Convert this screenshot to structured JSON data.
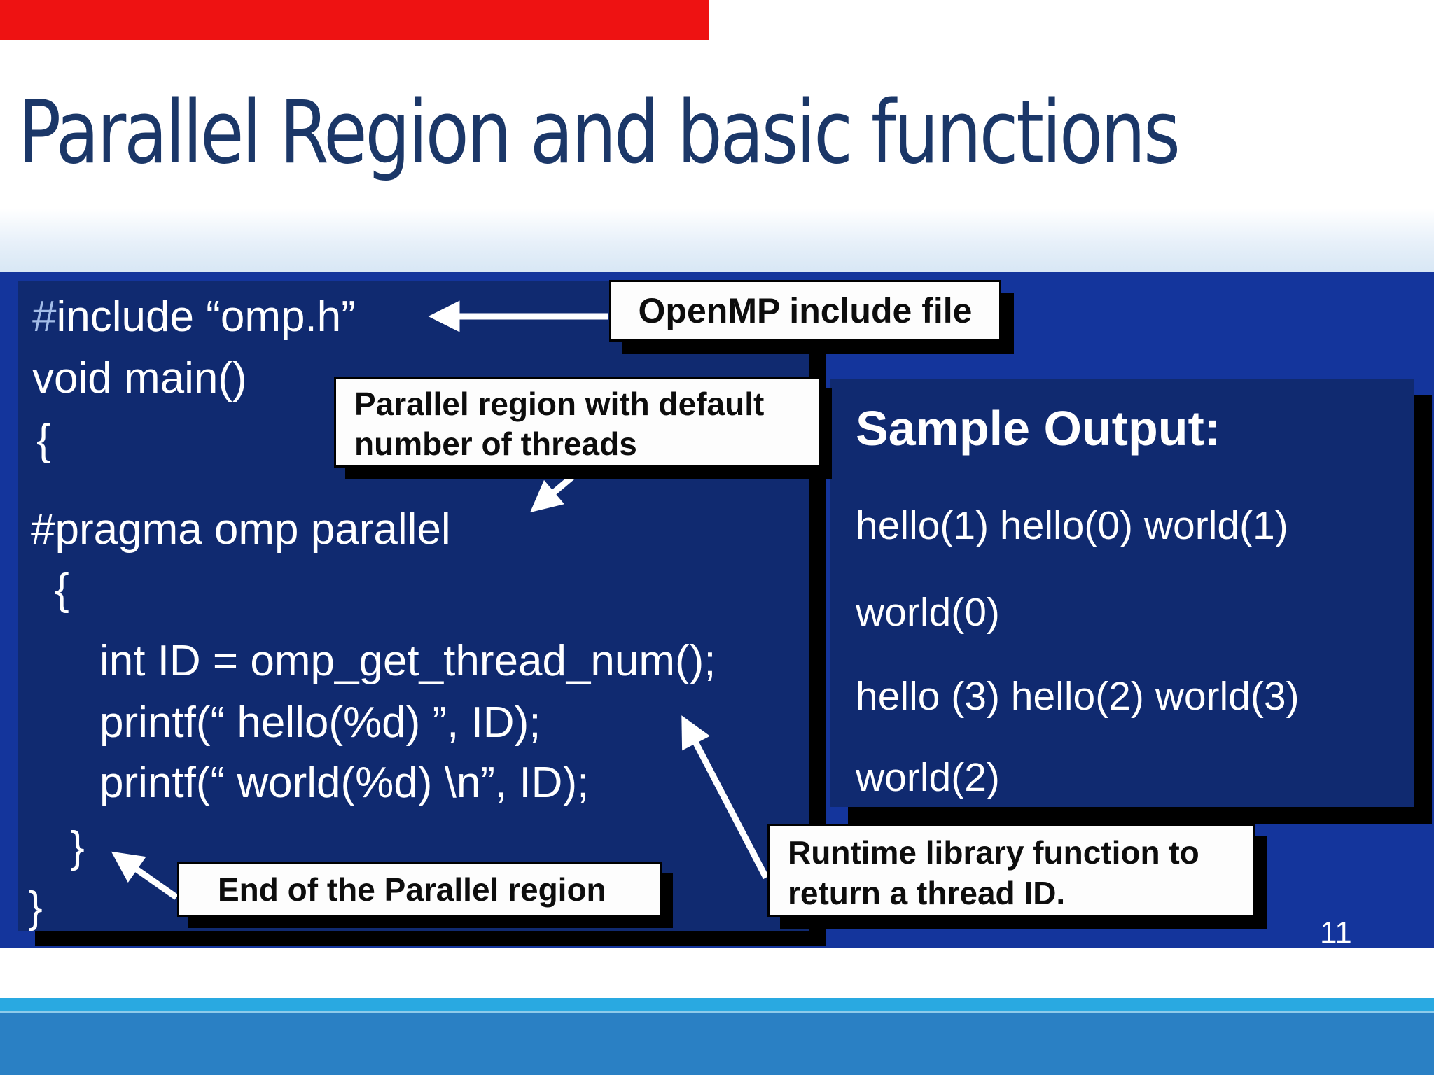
{
  "slide": {
    "title": "Parallel Region and basic functions",
    "page_number": "11"
  },
  "colors": {
    "accent_red": "#ee1212",
    "title_navy": "#1b3768",
    "panel_blue": "#14359c",
    "code_block_navy": "#102a70",
    "code_text": "#ffffff",
    "include_hash_tint": "#a3bce8",
    "callout_bg": "#fdfdfd",
    "callout_text": "#0d0d0d",
    "shadow_black": "#000000",
    "footer_cyan": "#29a9e1",
    "footer_blue": "#2a80c4"
  },
  "code": {
    "include_hash": "#",
    "lines": [
      "include “omp.h”",
      "void main()",
      "{",
      "#pragma omp parallel",
      "{",
      "int ID = omp_get_thread_num();",
      "printf(“ hello(%d) ”, ID);",
      "printf(“ world(%d) \\n”, ID);",
      "}",
      "}"
    ]
  },
  "callouts": {
    "include": {
      "label": "OpenMP include file"
    },
    "parallel": {
      "line1": "Parallel region with default",
      "line2": "number of threads"
    },
    "end": {
      "label": "End of the Parallel region"
    },
    "runtime": {
      "line1": "Runtime library function to",
      "line2": "return a thread ID."
    }
  },
  "sample_output": {
    "heading": "Sample Output:",
    "lines": [
      "hello(1) hello(0) world(1)",
      "world(0)",
      "hello (3) hello(2) world(3)",
      "world(2)"
    ]
  }
}
